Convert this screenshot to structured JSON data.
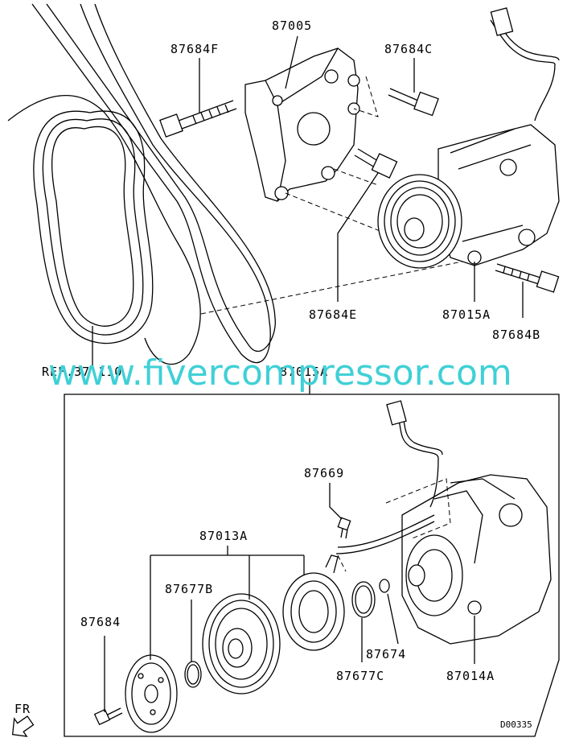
{
  "labels": {
    "bracket": "87005",
    "bolt_f": "87684F",
    "bolt_c": "87684C",
    "bolt_e": "87684E",
    "compressor_assy": "87015A",
    "bolt_b": "87684B",
    "ref": "REF.37 110",
    "assembly_top": "87015A",
    "screw": "87669",
    "clutch_set": "87013A",
    "snap_ring_b": "87677B",
    "bolt": "87684",
    "shim": "87674",
    "snap_ring_c": "87677C",
    "compressor": "87014A",
    "front": "FR",
    "drawing_id": "D00335"
  },
  "watermark": "www.fivercompressor.com",
  "colors": {
    "watermark": "#3fd0d6",
    "line": "#000000"
  }
}
